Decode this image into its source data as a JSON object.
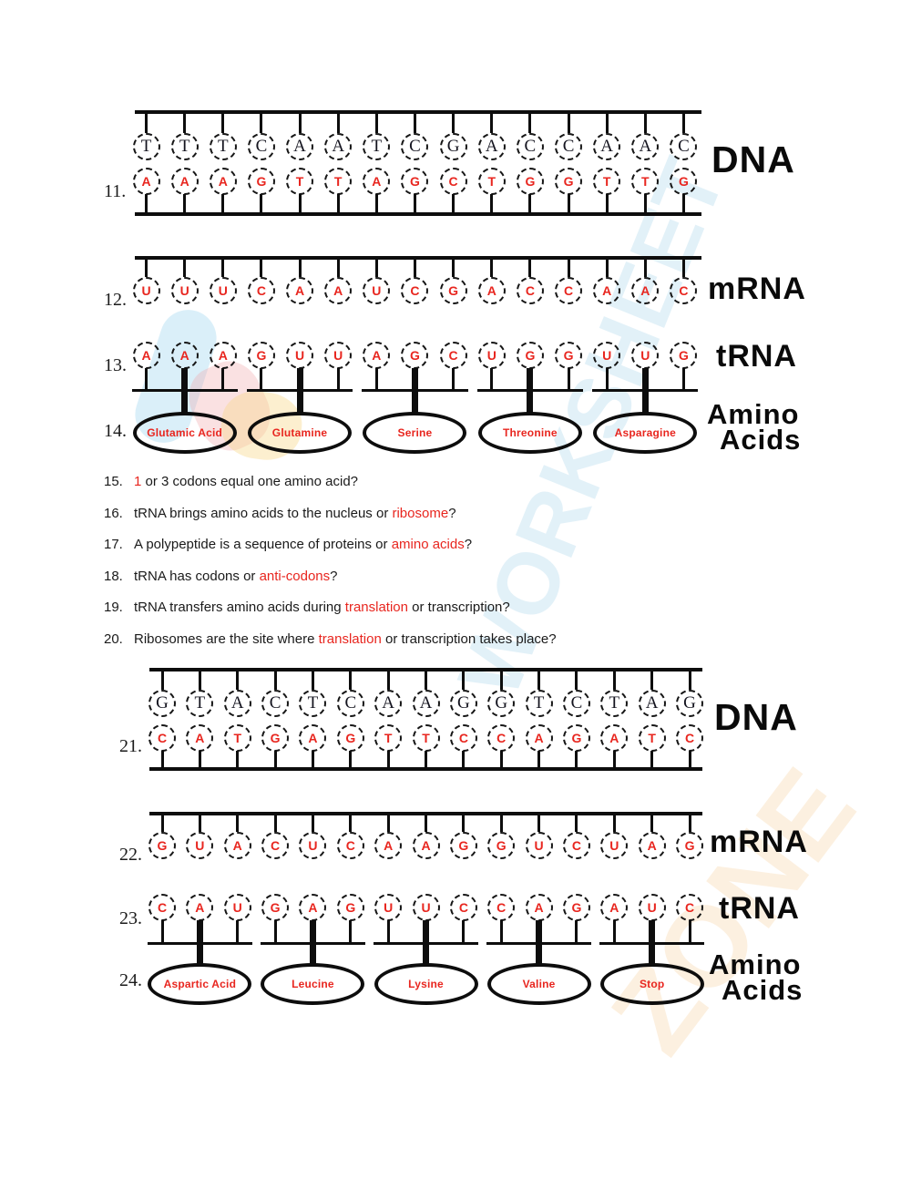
{
  "colors": {
    "accent_red": "#e8261f",
    "ink_black": "#0d0d0d"
  },
  "watermark": {
    "word1": "WORKSHEET",
    "word2": "ZONE"
  },
  "section_top": {
    "dna": {
      "number": "11.",
      "side_label": "DNA",
      "template_strand": [
        "T",
        "T",
        "T",
        "C",
        "A",
        "A",
        "T",
        "C",
        "G",
        "A",
        "C",
        "C",
        "A",
        "A",
        "C"
      ],
      "complement_strand": [
        "A",
        "A",
        "A",
        "G",
        "T",
        "T",
        "A",
        "G",
        "C",
        "T",
        "G",
        "G",
        "T",
        "T",
        "G"
      ]
    },
    "mrna": {
      "number": "12.",
      "side_label": "mRNA",
      "strand": [
        "U",
        "U",
        "U",
        "C",
        "A",
        "A",
        "U",
        "C",
        "G",
        "A",
        "C",
        "C",
        "A",
        "A",
        "C"
      ]
    },
    "trna": {
      "number": "13.",
      "side_label": "tRNA",
      "strand": [
        "A",
        "A",
        "A",
        "G",
        "U",
        "U",
        "A",
        "G",
        "C",
        "U",
        "G",
        "G",
        "U",
        "U",
        "G"
      ]
    },
    "amino_acids": {
      "number": "14.",
      "side_label_line1": "Amino",
      "side_label_line2": "Acids",
      "acids": [
        "Glutamic Acid",
        "Glutamine",
        "Serine",
        "Threonine",
        "Asparagine"
      ]
    }
  },
  "questions": [
    {
      "number": "15.",
      "parts": [
        {
          "text": "1",
          "red": true
        },
        {
          "text": " or 3 codons equal one amino acid?",
          "red": false
        }
      ]
    },
    {
      "number": "16.",
      "parts": [
        {
          "text": "tRNA brings amino acids to the nucleus or ",
          "red": false
        },
        {
          "text": "ribosome",
          "red": true
        },
        {
          "text": "?",
          "red": false
        }
      ]
    },
    {
      "number": "17.",
      "parts": [
        {
          "text": "A polypeptide is a sequence of proteins or ",
          "red": false
        },
        {
          "text": "amino acids",
          "red": true
        },
        {
          "text": "?",
          "red": false
        }
      ]
    },
    {
      "number": "18.",
      "parts": [
        {
          "text": "tRNA has codons or ",
          "red": false
        },
        {
          "text": "anti-codons",
          "red": true
        },
        {
          "text": "?",
          "red": false
        }
      ]
    },
    {
      "number": "19.",
      "parts": [
        {
          "text": "tRNA transfers amino acids during ",
          "red": false
        },
        {
          "text": "translation",
          "red": true
        },
        {
          "text": " or transcription?",
          "red": false
        }
      ]
    },
    {
      "number": "20.",
      "parts": [
        {
          "text": "Ribosomes are the site where ",
          "red": false
        },
        {
          "text": "translation",
          "red": true
        },
        {
          "text": " or transcription takes place?",
          "red": false
        }
      ]
    }
  ],
  "section_bottom": {
    "dna": {
      "number": "21.",
      "side_label": "DNA",
      "template_strand": [
        "G",
        "T",
        "A",
        "C",
        "T",
        "C",
        "A",
        "A",
        "G",
        "G",
        "T",
        "C",
        "T",
        "A",
        "G"
      ],
      "complement_strand": [
        "C",
        "A",
        "T",
        "G",
        "A",
        "G",
        "T",
        "T",
        "C",
        "C",
        "A",
        "G",
        "A",
        "T",
        "C"
      ]
    },
    "mrna": {
      "number": "22.",
      "side_label": "mRNA",
      "strand": [
        "G",
        "U",
        "A",
        "C",
        "U",
        "C",
        "A",
        "A",
        "G",
        "G",
        "U",
        "C",
        "U",
        "A",
        "G"
      ]
    },
    "trna": {
      "number": "23.",
      "side_label": "tRNA",
      "strand": [
        "C",
        "A",
        "U",
        "G",
        "A",
        "G",
        "U",
        "U",
        "C",
        "C",
        "A",
        "G",
        "A",
        "U",
        "C"
      ]
    },
    "amino_acids": {
      "number": "24.",
      "side_label_line1": "Amino",
      "side_label_line2": "Acids",
      "acids": [
        "Aspartic Acid",
        "Leucine",
        "Lysine",
        "Valine",
        "Stop"
      ]
    }
  }
}
